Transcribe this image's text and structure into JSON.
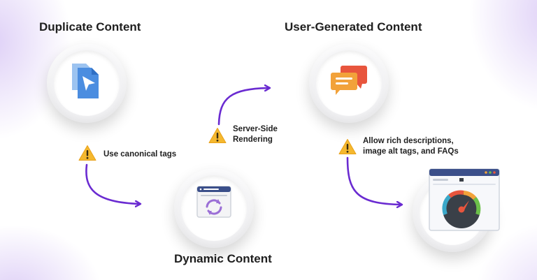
{
  "titles": {
    "duplicate": "Duplicate Content",
    "user_generated": "User-Generated Content",
    "dynamic": "Dynamic Content"
  },
  "notes": {
    "canonical": "Use canonical tags",
    "ssr_line1": "Server-Side",
    "ssr_line2": "Rendering",
    "ugc_line1": "Allow rich descriptions,",
    "ugc_line2": "image alt tags, and FAQs"
  },
  "icons": {
    "duplicate": "duplicate-files-icon",
    "user_generated": "chat-bubbles-icon",
    "dynamic": "browser-refresh-icon",
    "performance": "browser-speed-gauge-icon",
    "warning": "warning-icon"
  },
  "colors": {
    "arrow": "#6a2bd1",
    "warning": "#f5b82e",
    "file_blue": "#4b8de0",
    "bubble_orange": "#f2a23a",
    "bubble_red": "#e8553d",
    "gauge_dark": "#3a4048"
  }
}
